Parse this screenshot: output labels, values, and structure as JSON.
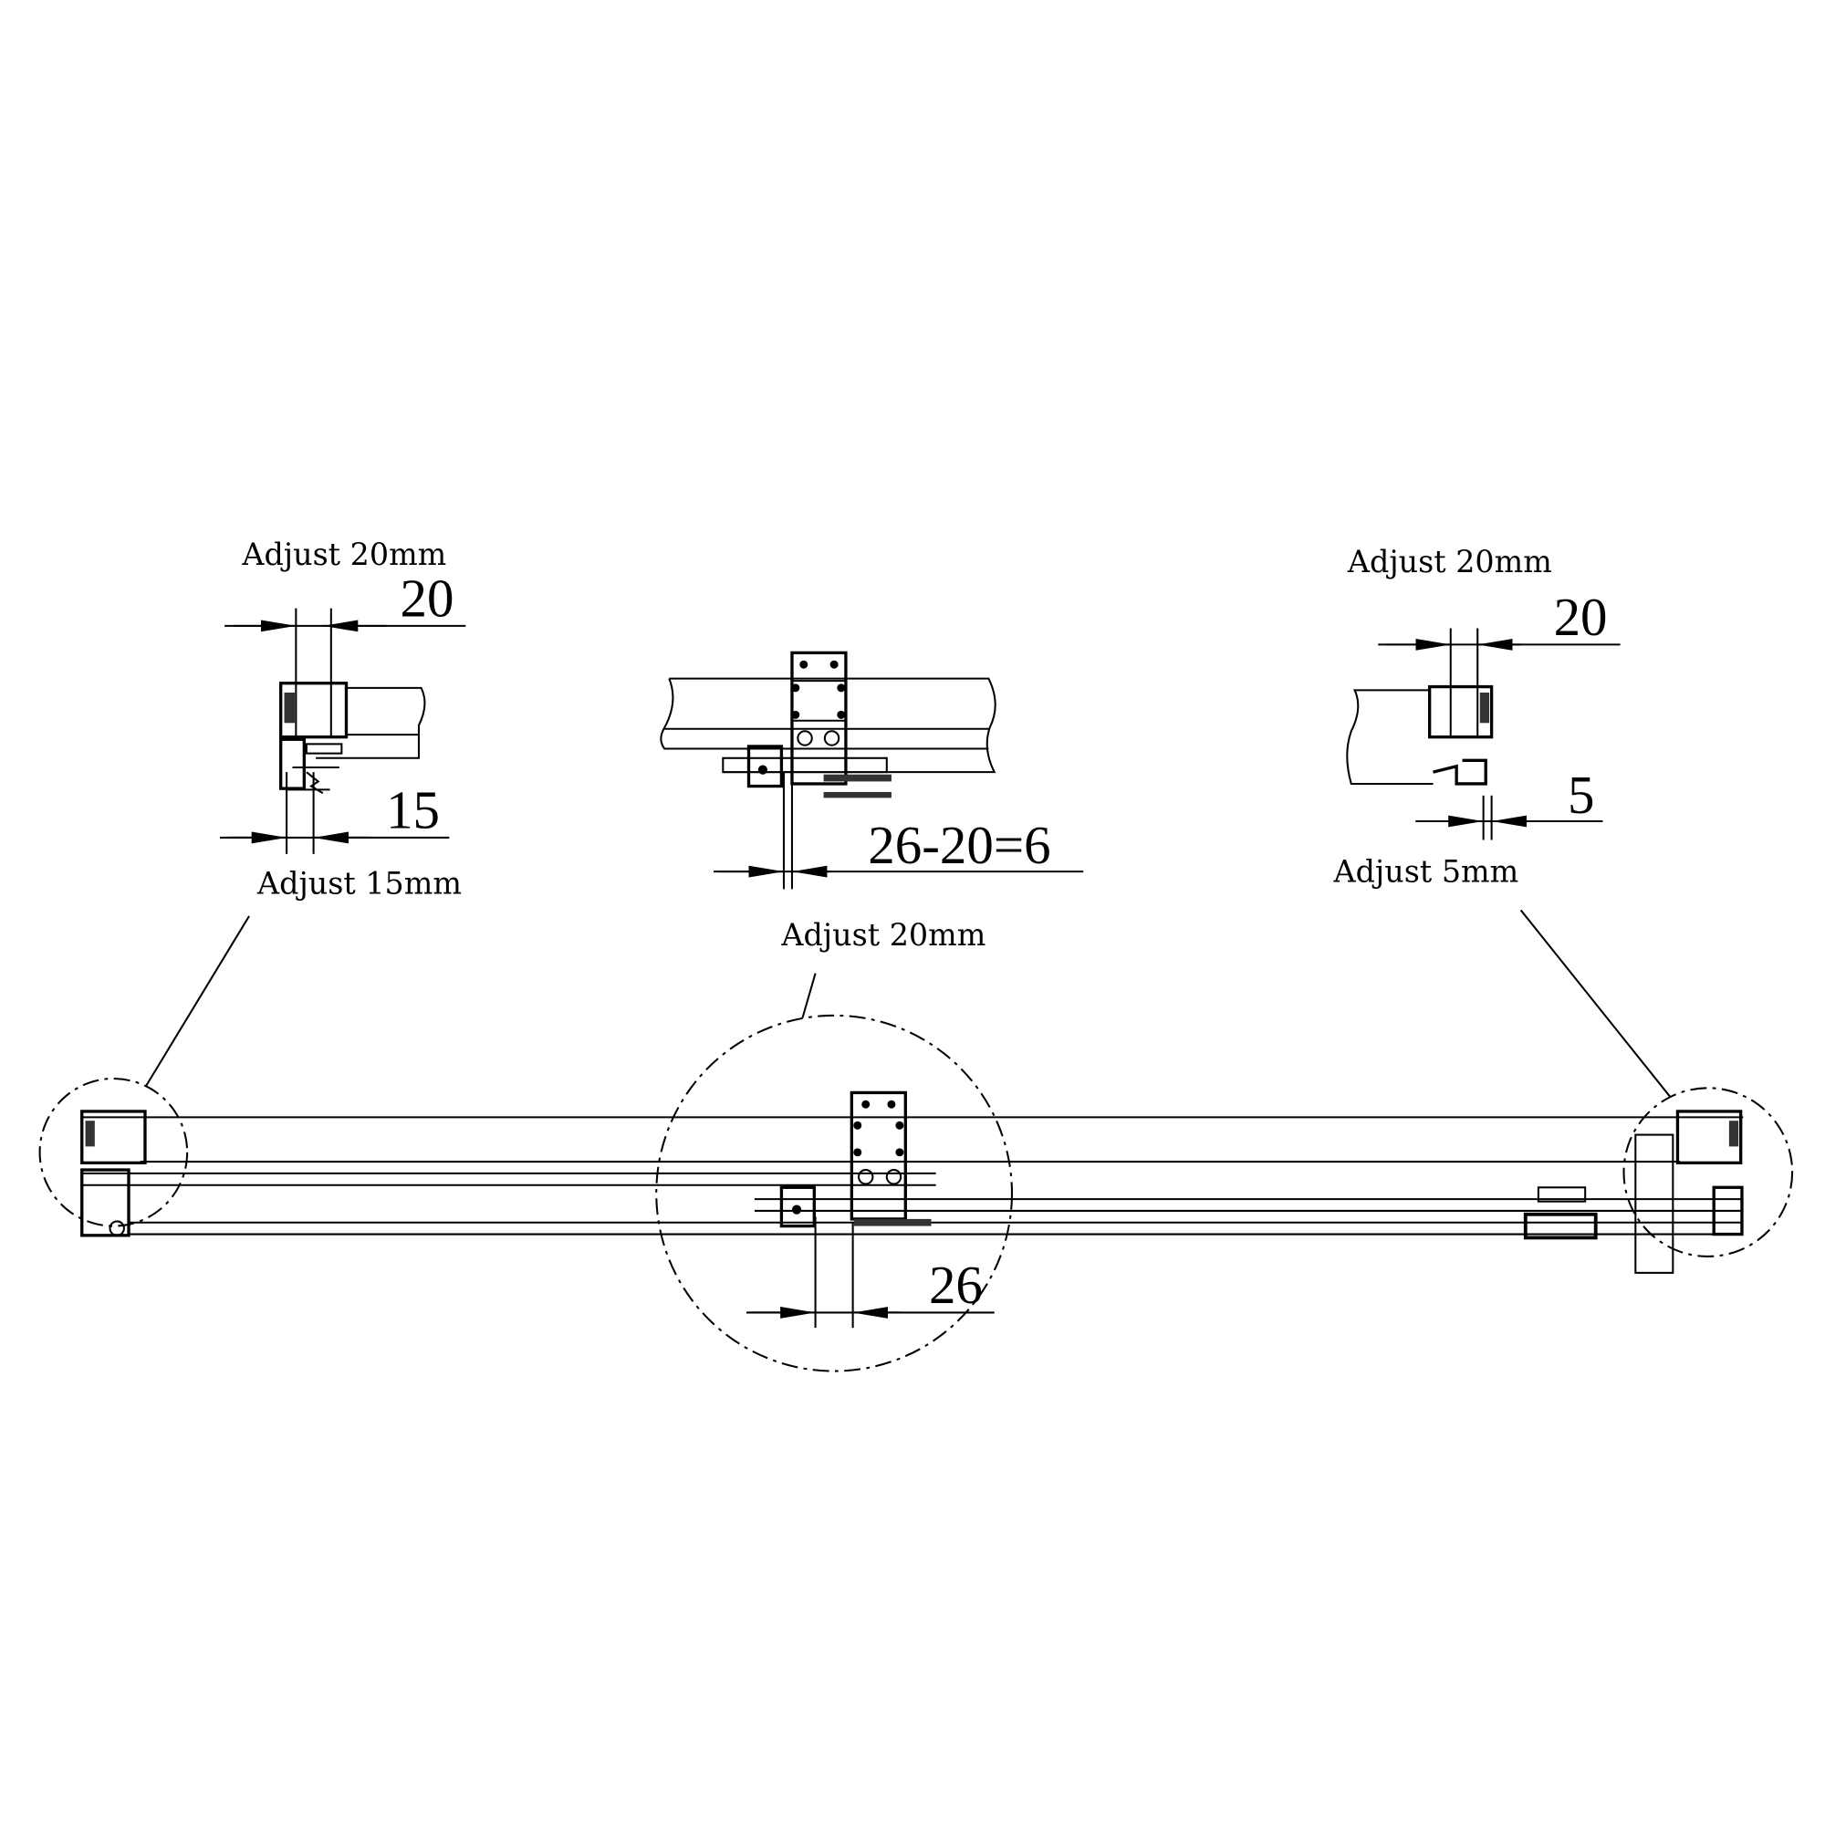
{
  "details": {
    "left": {
      "top_label": "Adjust 20mm",
      "top_value": "20",
      "bottom_value": "15",
      "bottom_label": "Adjust 15mm"
    },
    "middle": {
      "value": "26-20=6",
      "label": "Adjust 20mm"
    },
    "right": {
      "top_label": "Adjust 20mm",
      "top_value": "20",
      "bottom_value": "5",
      "bottom_label": "Adjust 5mm"
    }
  },
  "main_view": {
    "dimension_value": "26"
  }
}
